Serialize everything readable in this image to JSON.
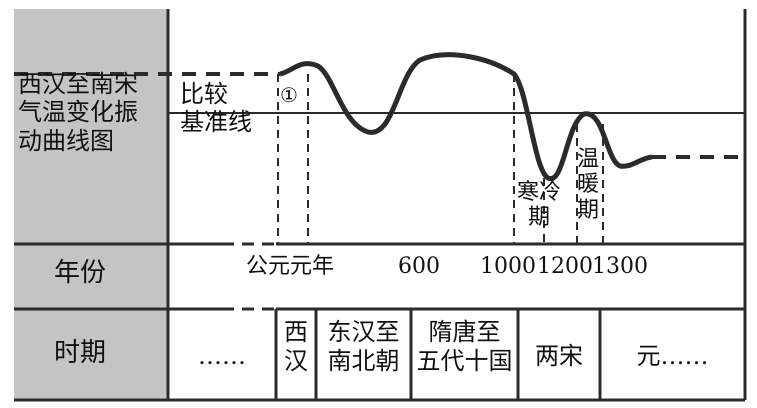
{
  "left_column": {
    "chart_title": [
      "西汉至南宋",
      "气温变化振",
      "动曲线图"
    ],
    "year_row_label": "年份",
    "period_row_label": "时期"
  },
  "annotations": {
    "reference_line": [
      "比较",
      "基准线"
    ],
    "marker": "①",
    "cold_period": [
      "寒冷",
      "期"
    ],
    "warm_period": [
      "温",
      "暖",
      "期"
    ]
  },
  "years": [
    "公元元年",
    "600",
    "1000",
    "1200",
    "1300"
  ],
  "periods": [
    {
      "text": "……"
    },
    {
      "text": "西\n汉"
    },
    {
      "text": "东汉至\n南北朝"
    },
    {
      "text": "隋唐至\n五代十国"
    },
    {
      "text": "两宋"
    },
    {
      "text": "元……"
    }
  ],
  "colors": {
    "shade": "#c4c4c4",
    "line": "#2b2b2b"
  }
}
